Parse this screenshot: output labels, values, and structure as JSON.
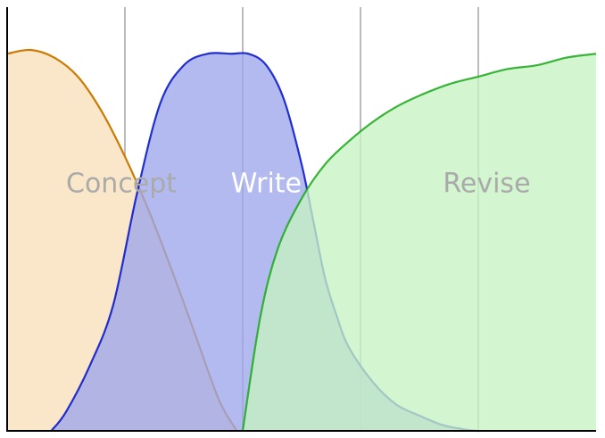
{
  "chart_data": {
    "type": "area",
    "title": "",
    "xlabel": "",
    "ylabel": "",
    "xlim": [
      0,
      100
    ],
    "ylim": [
      0,
      1
    ],
    "grid": true,
    "vertical_gridlines": [
      20,
      40,
      60,
      80
    ],
    "series": [
      {
        "name": "Concept",
        "fill": "#fae6c8",
        "stroke": "#cc7a00",
        "x": [
          0,
          4,
          8,
          12,
          16,
          20,
          24,
          28,
          32,
          36,
          39
        ],
        "y": [
          0.99,
          1.0,
          0.98,
          0.93,
          0.84,
          0.72,
          0.58,
          0.42,
          0.25,
          0.08,
          0.0
        ]
      },
      {
        "name": "Write",
        "fill": "#9ea6ea",
        "stroke": "#0010c8",
        "x": [
          7.5,
          10,
          14,
          18,
          22,
          26,
          30,
          34,
          38,
          41,
          44,
          47,
          50,
          52,
          54,
          56,
          58,
          62,
          66,
          70,
          74,
          78,
          80
        ],
        "y": [
          0.0,
          0.05,
          0.17,
          0.33,
          0.62,
          0.86,
          0.96,
          0.99,
          0.99,
          0.99,
          0.96,
          0.87,
          0.7,
          0.55,
          0.4,
          0.3,
          0.22,
          0.13,
          0.07,
          0.04,
          0.015,
          0.003,
          0.0
        ]
      },
      {
        "name": "Revise",
        "fill": "#c6f2c2",
        "stroke": "#18a818",
        "x": [
          40,
          43,
          46,
          50,
          54,
          58,
          62,
          66,
          70,
          75,
          80,
          85,
          90,
          95,
          100
        ],
        "y": [
          0.0,
          0.3,
          0.48,
          0.61,
          0.7,
          0.76,
          0.81,
          0.85,
          0.88,
          0.91,
          0.93,
          0.95,
          0.96,
          0.98,
          0.99
        ]
      }
    ],
    "labels": [
      {
        "text": "Concept",
        "x": 10,
        "y": 0.65,
        "color": "#aaaaaa"
      },
      {
        "text": "Write",
        "x": 38,
        "y": 0.65,
        "color": "#ffffff"
      },
      {
        "text": "Revise",
        "x": 74,
        "y": 0.65,
        "color": "#aaaaaa"
      }
    ],
    "colors": {
      "gridline": "#bbbbbb",
      "axis": "#000000"
    }
  }
}
